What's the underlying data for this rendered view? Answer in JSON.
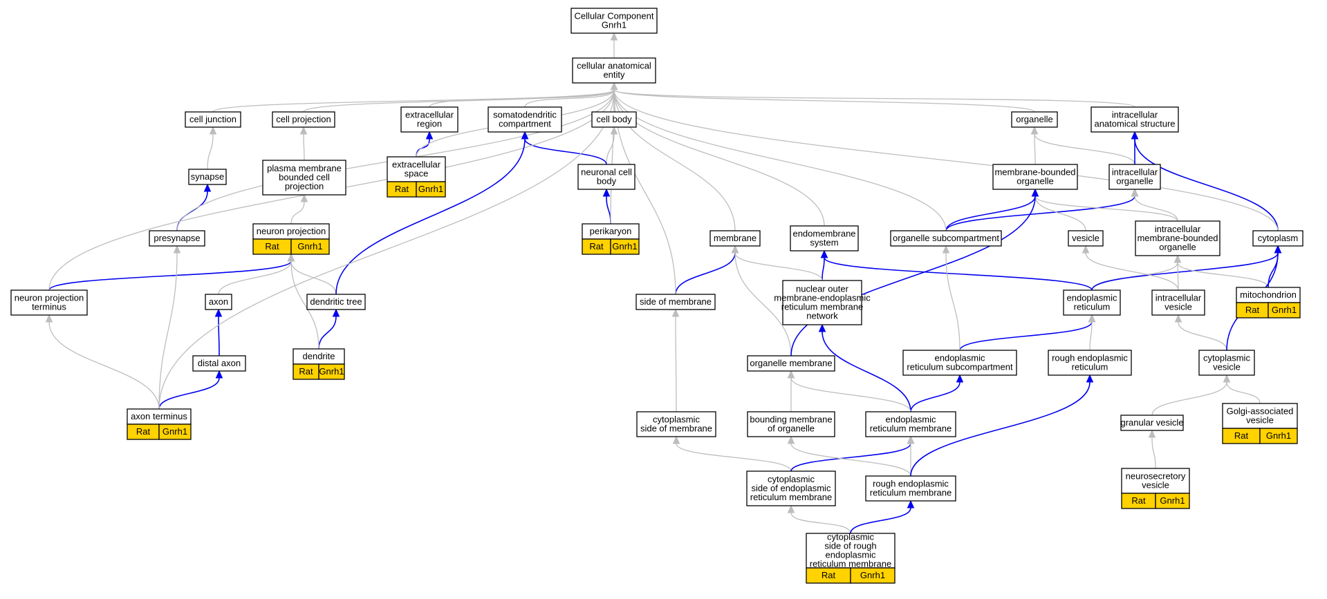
{
  "colors": {
    "is_a": "#bdbdbd",
    "part_of": "#0000ee",
    "annotation": "#ffd200"
  },
  "nodes": [
    {
      "id": "root",
      "lines": [
        "Cellular Component",
        "Gnrh1"
      ]
    },
    {
      "id": "cae",
      "lines": [
        "cellular anatomical",
        "entity"
      ]
    },
    {
      "id": "cj",
      "lines": [
        "cell junction"
      ]
    },
    {
      "id": "cp",
      "lines": [
        "cell projection"
      ]
    },
    {
      "id": "er_region",
      "lines": [
        "extracellular",
        "region"
      ]
    },
    {
      "id": "sdc",
      "lines": [
        "somatodendritic",
        "compartment"
      ]
    },
    {
      "id": "cb",
      "lines": [
        "cell body"
      ]
    },
    {
      "id": "org",
      "lines": [
        "organelle"
      ]
    },
    {
      "id": "ias",
      "lines": [
        "intracellular",
        "anatomical structure"
      ]
    },
    {
      "id": "syn",
      "lines": [
        "synapse"
      ]
    },
    {
      "id": "pmbcp",
      "lines": [
        "plasma membrane",
        "bounded cell",
        "projection"
      ]
    },
    {
      "id": "es",
      "lines": [
        "extracellular",
        "space"
      ],
      "ann": [
        "Rat",
        "Gnrh1"
      ]
    },
    {
      "id": "ncb",
      "lines": [
        "neuronal cell",
        "body"
      ]
    },
    {
      "id": "mbo",
      "lines": [
        "membrane-bounded",
        "organelle"
      ]
    },
    {
      "id": "io",
      "lines": [
        "intracellular",
        "organelle"
      ]
    },
    {
      "id": "pre",
      "lines": [
        "presynapse"
      ]
    },
    {
      "id": "np",
      "lines": [
        "neuron projection"
      ],
      "ann": [
        "Rat",
        "Gnrh1"
      ]
    },
    {
      "id": "peri",
      "lines": [
        "perikaryon"
      ],
      "ann": [
        "Rat",
        "Gnrh1"
      ]
    },
    {
      "id": "mem",
      "lines": [
        "membrane"
      ]
    },
    {
      "id": "ems",
      "lines": [
        "endomembrane",
        "system"
      ]
    },
    {
      "id": "osc",
      "lines": [
        "organelle subcompartment"
      ]
    },
    {
      "id": "ves",
      "lines": [
        "vesicle"
      ]
    },
    {
      "id": "imbo",
      "lines": [
        "intracellular",
        "membrane-bounded",
        "organelle"
      ]
    },
    {
      "id": "cyto",
      "lines": [
        "cytoplasm"
      ]
    },
    {
      "id": "npt",
      "lines": [
        "neuron projection",
        "terminus"
      ]
    },
    {
      "id": "axon",
      "lines": [
        "axon"
      ]
    },
    {
      "id": "dt",
      "lines": [
        "dendritic tree"
      ]
    },
    {
      "id": "som",
      "lines": [
        "side of membrane"
      ]
    },
    {
      "id": "nomer",
      "lines": [
        "nuclear outer",
        "membrane-endoplasmic",
        "reticulum membrane",
        "network"
      ]
    },
    {
      "id": "er",
      "lines": [
        "endoplasmic",
        "reticulum"
      ]
    },
    {
      "id": "iv",
      "lines": [
        "intracellular",
        "vesicle"
      ]
    },
    {
      "id": "mito",
      "lines": [
        "mitochondrion"
      ],
      "ann": [
        "Rat",
        "Gnrh1"
      ]
    },
    {
      "id": "da",
      "lines": [
        "distal axon"
      ]
    },
    {
      "id": "den",
      "lines": [
        "dendrite"
      ],
      "ann": [
        "Rat",
        "Gnrh1"
      ]
    },
    {
      "id": "om",
      "lines": [
        "organelle membrane"
      ]
    },
    {
      "id": "ersc",
      "lines": [
        "endoplasmic",
        "reticulum subcompartment"
      ]
    },
    {
      "id": "rer",
      "lines": [
        "rough endoplasmic",
        "reticulum"
      ]
    },
    {
      "id": "cv",
      "lines": [
        "cytoplasmic",
        "vesicle"
      ]
    },
    {
      "id": "at",
      "lines": [
        "axon terminus"
      ],
      "ann": [
        "Rat",
        "Gnrh1"
      ]
    },
    {
      "id": "csm",
      "lines": [
        "cytoplasmic",
        "side of membrane"
      ]
    },
    {
      "id": "bmo",
      "lines": [
        "bounding membrane",
        "of organelle"
      ]
    },
    {
      "id": "erm",
      "lines": [
        "endoplasmic",
        "reticulum membrane"
      ]
    },
    {
      "id": "gv",
      "lines": [
        "granular vesicle"
      ]
    },
    {
      "id": "gav",
      "lines": [
        "Golgi-associated",
        "vesicle"
      ],
      "ann": [
        "Rat",
        "Gnrh1"
      ]
    },
    {
      "id": "cserm",
      "lines": [
        "cytoplasmic",
        "side of endoplasmic",
        "reticulum membrane"
      ]
    },
    {
      "id": "rerm",
      "lines": [
        "rough endoplasmic",
        "reticulum membrane"
      ]
    },
    {
      "id": "nsv",
      "lines": [
        "neurosecretory",
        "vesicle"
      ],
      "ann": [
        "Rat",
        "Gnrh1"
      ]
    },
    {
      "id": "csrerm",
      "lines": [
        "cytoplasmic",
        "side of rough",
        "endoplasmic",
        "reticulum membrane"
      ],
      "ann": [
        "Rat",
        "Gnrh1"
      ]
    }
  ],
  "edges": [
    [
      "cae",
      "root",
      "is_a"
    ],
    [
      "cj",
      "cae",
      "is_a"
    ],
    [
      "cp",
      "cae",
      "is_a"
    ],
    [
      "er_region",
      "cae",
      "is_a"
    ],
    [
      "sdc",
      "cae",
      "is_a"
    ],
    [
      "cb",
      "cae",
      "is_a"
    ],
    [
      "org",
      "cae",
      "is_a"
    ],
    [
      "ias",
      "cae",
      "is_a"
    ],
    [
      "syn",
      "cj",
      "is_a"
    ],
    [
      "pmbcp",
      "cp",
      "is_a"
    ],
    [
      "np",
      "pmbcp",
      "is_a"
    ],
    [
      "es",
      "er_region",
      "part_of"
    ],
    [
      "es",
      "cae",
      "is_a"
    ],
    [
      "ncb",
      "cb",
      "is_a"
    ],
    [
      "ncb",
      "sdc",
      "part_of"
    ],
    [
      "peri",
      "ncb",
      "part_of"
    ],
    [
      "peri",
      "cae",
      "is_a"
    ],
    [
      "mbo",
      "org",
      "is_a"
    ],
    [
      "io",
      "org",
      "is_a"
    ],
    [
      "io",
      "ias",
      "part_of"
    ],
    [
      "pre",
      "syn",
      "part_of"
    ],
    [
      "pre",
      "cae",
      "is_a"
    ],
    [
      "mem",
      "cae",
      "is_a"
    ],
    [
      "ems",
      "cae",
      "is_a"
    ],
    [
      "osc",
      "mbo",
      "part_of"
    ],
    [
      "osc",
      "io",
      "part_of"
    ],
    [
      "osc",
      "cae",
      "is_a"
    ],
    [
      "ves",
      "mbo",
      "is_a"
    ],
    [
      "imbo",
      "mbo",
      "is_a"
    ],
    [
      "imbo",
      "io",
      "is_a"
    ],
    [
      "cyto",
      "ias",
      "part_of"
    ],
    [
      "cyto",
      "cae",
      "is_a"
    ],
    [
      "npt",
      "np",
      "part_of"
    ],
    [
      "npt",
      "cae",
      "is_a"
    ],
    [
      "axon",
      "np",
      "is_a"
    ],
    [
      "dt",
      "np",
      "is_a"
    ],
    [
      "dt",
      "sdc",
      "part_of"
    ],
    [
      "som",
      "mem",
      "part_of"
    ],
    [
      "som",
      "cae",
      "is_a"
    ],
    [
      "nomer",
      "ems",
      "part_of"
    ],
    [
      "nomer",
      "mem",
      "is_a"
    ],
    [
      "er",
      "imbo",
      "is_a"
    ],
    [
      "er",
      "cyto",
      "part_of"
    ],
    [
      "er",
      "ems",
      "part_of"
    ],
    [
      "iv",
      "ves",
      "is_a"
    ],
    [
      "iv",
      "imbo",
      "is_a"
    ],
    [
      "mito",
      "imbo",
      "is_a"
    ],
    [
      "mito",
      "cyto",
      "part_of"
    ],
    [
      "da",
      "axon",
      "part_of"
    ],
    [
      "den",
      "dt",
      "part_of"
    ],
    [
      "den",
      "np",
      "is_a"
    ],
    [
      "om",
      "mem",
      "is_a"
    ],
    [
      "om",
      "mbo",
      "part_of"
    ],
    [
      "ersc",
      "er",
      "part_of"
    ],
    [
      "ersc",
      "osc",
      "is_a"
    ],
    [
      "rer",
      "er",
      "is_a"
    ],
    [
      "cv",
      "iv",
      "is_a"
    ],
    [
      "cv",
      "cyto",
      "part_of"
    ],
    [
      "at",
      "da",
      "part_of"
    ],
    [
      "at",
      "npt",
      "is_a"
    ],
    [
      "at",
      "pre",
      "is_a"
    ],
    [
      "at",
      "cae",
      "is_a"
    ],
    [
      "csm",
      "som",
      "is_a"
    ],
    [
      "bmo",
      "om",
      "is_a"
    ],
    [
      "erm",
      "nomer",
      "part_of"
    ],
    [
      "erm",
      "ersc",
      "part_of"
    ],
    [
      "erm",
      "om",
      "is_a"
    ],
    [
      "gv",
      "cv",
      "is_a"
    ],
    [
      "gav",
      "cv",
      "is_a"
    ],
    [
      "cserm",
      "csm",
      "is_a"
    ],
    [
      "cserm",
      "erm",
      "part_of"
    ],
    [
      "rerm",
      "bmo",
      "is_a"
    ],
    [
      "rerm",
      "erm",
      "is_a"
    ],
    [
      "rerm",
      "rer",
      "part_of"
    ],
    [
      "nsv",
      "gv",
      "is_a"
    ],
    [
      "csrerm",
      "cserm",
      "is_a"
    ],
    [
      "csrerm",
      "rerm",
      "part_of"
    ]
  ]
}
